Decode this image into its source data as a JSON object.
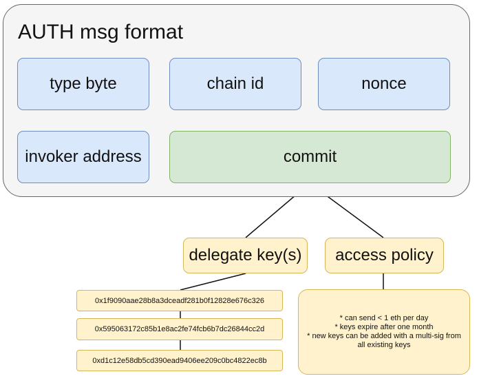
{
  "outer_box": {
    "title": "AUTH msg format",
    "fields": {
      "type_byte": "type byte",
      "chain_id": "chain id",
      "nonce": "nonce",
      "invoker_address": "invoker address",
      "commit": "commit"
    }
  },
  "children": {
    "delegate_keys": "delegate key(s)",
    "access_policy": "access policy"
  },
  "keys": [
    "0x1f9090aae28b8a3dceadf281b0f12828e676c326",
    "0x595063172c85b1e8ac2fe74fcb6b7dc26844cc2d",
    "0xd1c12e58db5cd390ead9406ee209c0bc4822ec8b"
  ],
  "policy_lines": [
    "* can send < 1 eth per day",
    "* keys expire after one month",
    "* new keys can be added with a multi-sig from",
    "all existing keys"
  ],
  "colors": {
    "field_fill": "#dae8fc",
    "commit_fill": "#d5e8d4",
    "note_fill": "#fff2cc",
    "container_fill": "#f5f5f5"
  }
}
